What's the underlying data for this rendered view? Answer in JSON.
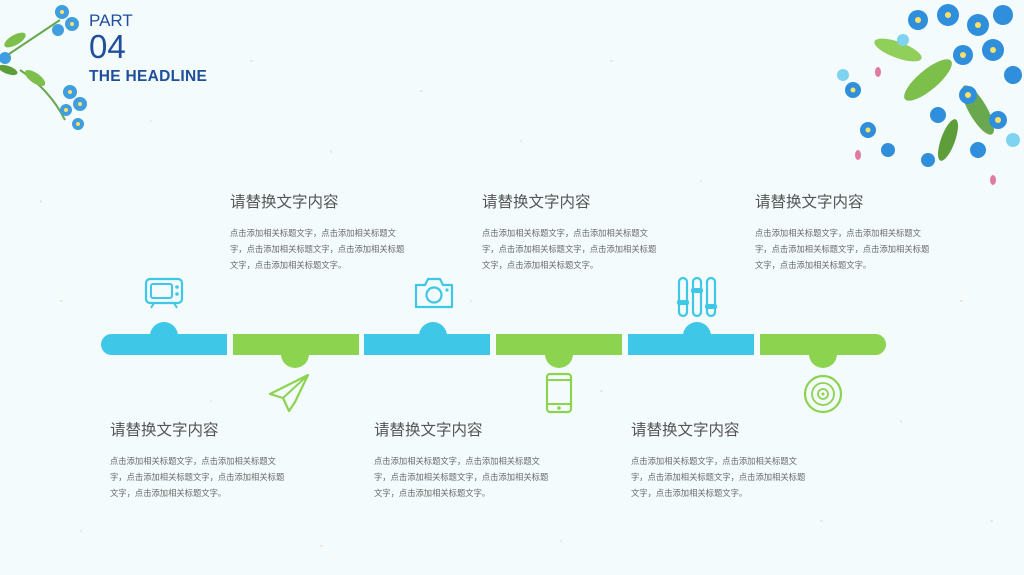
{
  "header": {
    "part": "PART",
    "number": "04",
    "headline": "THE HEADLINE"
  },
  "colors": {
    "blue": "#3ec7e6",
    "green": "#8cd34f",
    "title": "#1f4f9a"
  },
  "timeline": {
    "items": [
      {
        "icon": "tv-icon",
        "color": "blue",
        "position": "top",
        "title": "请替换文字内容",
        "body": "点击添加相关标题文字，点击添加相关标题文字，点击添加相关标题文字，点击添加相关标题文字，点击添加相关标题文字。"
      },
      {
        "icon": "paper-plane-icon",
        "color": "green",
        "position": "bottom",
        "title": "请替换文字内容",
        "body": "点击添加相关标题文字，点击添加相关标题文字，点击添加相关标题文字，点击添加相关标题文字，点击添加相关标题文字。"
      },
      {
        "icon": "camera-icon",
        "color": "blue",
        "position": "top",
        "title": "请替换文字内容",
        "body": "点击添加相关标题文字，点击添加相关标题文字，点击添加相关标题文字，点击添加相关标题文字，点击添加相关标题文字。"
      },
      {
        "icon": "smartphone-icon",
        "color": "green",
        "position": "bottom",
        "title": "请替换文字内容",
        "body": "点击添加相关标题文字，点击添加相关标题文字，点击添加相关标题文字，点击添加相关标题文字，点击添加相关标题文字。"
      },
      {
        "icon": "equalizer-icon",
        "color": "blue",
        "position": "top",
        "title": "请替换文字内容",
        "body": "点击添加相关标题文字，点击添加相关标题文字，点击添加相关标题文字，点击添加相关标题文字，点击添加相关标题文字。"
      },
      {
        "icon": "disc-icon",
        "color": "green",
        "position": "bottom",
        "title": "请替换文字内容",
        "body": "点击添加相关标题文字，点击添加相关标题文字，点击添加相关标题文字，点击添加相关标题文字，点击添加相关标题文字。"
      }
    ]
  }
}
